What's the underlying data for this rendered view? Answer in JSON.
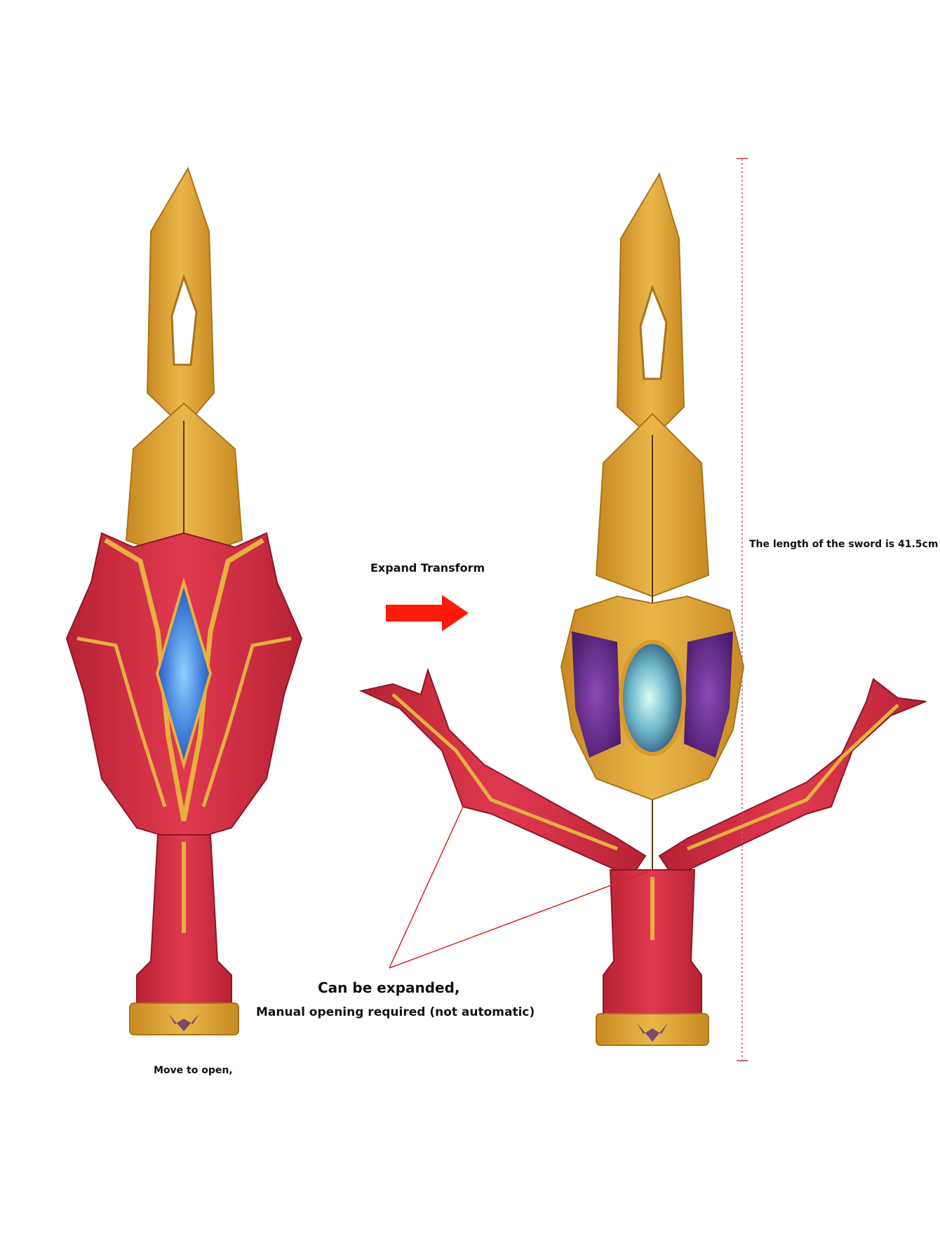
{
  "annotations": {
    "expand_transform": "Expand Transform",
    "sword_length": "The length of the sword is 41.5cm",
    "can_be_expanded": "Can be expanded,",
    "manual_opening": "Manual opening required (not automatic)",
    "move_to_open": "Move to open,"
  },
  "colors": {
    "gold": "#e0a838",
    "gold_dark": "#b37a1a",
    "red": "#d7324a",
    "red_dark": "#a81e32",
    "blue_gem": "#3f7fd8",
    "purple_panel": "#6a2c8c",
    "arrow_red": "#ff1a0a",
    "measure_line": "#c26a6a"
  }
}
